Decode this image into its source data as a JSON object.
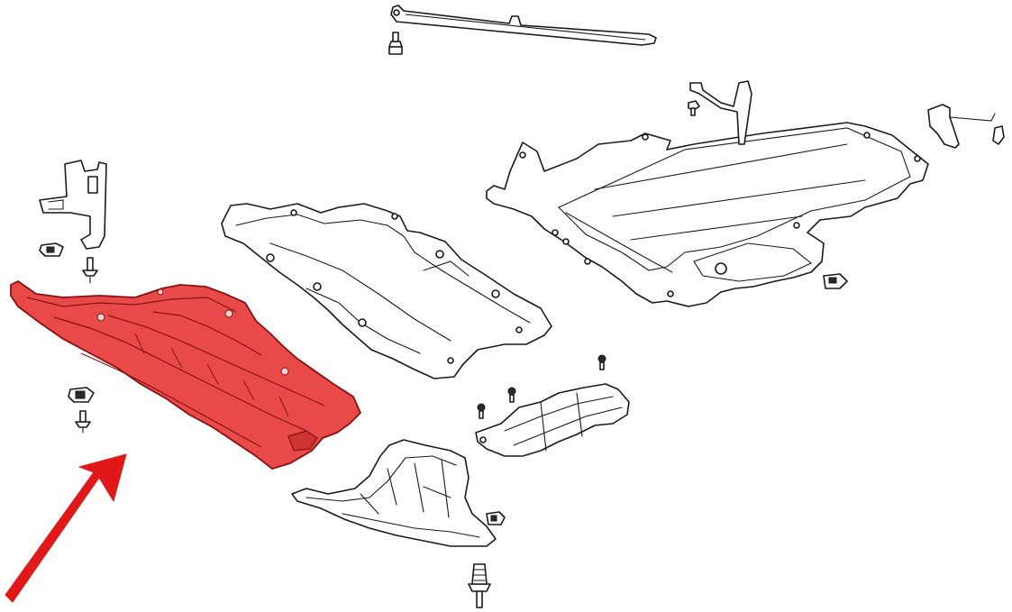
{
  "colors": {
    "highlight_fill": "#e84a4a",
    "highlight_stroke": "#8a1010",
    "arrow": "#e01818",
    "line": "#1a1a1a",
    "background": "#ffffff"
  },
  "parts": [
    {
      "name": "front-undertray",
      "highlighted": true
    },
    {
      "name": "center-undertray",
      "highlighted": false
    },
    {
      "name": "rear-underbody-panel",
      "highlighted": false
    },
    {
      "name": "upper-support-strut",
      "highlighted": false
    },
    {
      "name": "front-left-wheel-arch-cover",
      "highlighted": false
    },
    {
      "name": "side-trim-panel",
      "highlighted": false
    },
    {
      "name": "mounting-bracket-left",
      "highlighted": false
    },
    {
      "name": "mounting-bracket-rear-center",
      "highlighted": false
    },
    {
      "name": "mounting-bracket-rear-right",
      "highlighted": false
    }
  ],
  "fasteners": [
    "bolt",
    "clip-nut",
    "push-rivet",
    "screw"
  ],
  "pointer": {
    "icon": "arrow-icon",
    "points_to": "front-undertray"
  }
}
